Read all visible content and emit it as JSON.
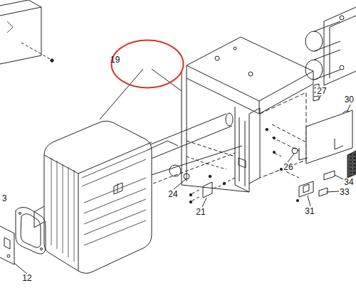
{
  "diagram": {
    "nodes": [
      {
        "text": [
          "19"
        ]
      }
    ],
    "labels": [
      "27",
      "30",
      "24",
      "26",
      "34",
      "33",
      "21",
      "31",
      "3",
      "12"
    ]
  }
}
